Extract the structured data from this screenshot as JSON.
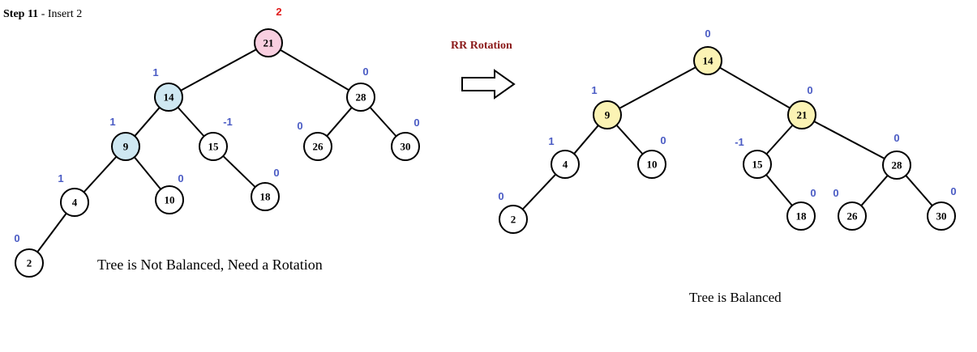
{
  "header": {
    "step": "Step 11",
    "separator": " - ",
    "action": "Insert 2"
  },
  "rotation": {
    "label": "RR Rotation",
    "color": "#8b1a1a"
  },
  "colors": {
    "balance_factor": "#4a5bc4",
    "balance_factor_critical": "#e01818",
    "node_default": "#ffffff",
    "node_unbalanced": "#f9cfe0",
    "node_path": "#cfe8f2",
    "node_rotated": "#fbf3b4"
  },
  "before": {
    "caption": "Tree is Not Balanced, Need a Rotation",
    "nodes": [
      {
        "key": "21",
        "bf": "2",
        "fill": "node_unbalanced",
        "critical": true
      },
      {
        "key": "14",
        "bf": "1",
        "fill": "node_path"
      },
      {
        "key": "28",
        "bf": "0",
        "fill": "node_default"
      },
      {
        "key": "9",
        "bf": "1",
        "fill": "node_path"
      },
      {
        "key": "15",
        "bf": "-1",
        "fill": "node_default"
      },
      {
        "key": "26",
        "bf": "0",
        "fill": "node_default"
      },
      {
        "key": "30",
        "bf": "0",
        "fill": "node_default"
      },
      {
        "key": "4",
        "bf": "1",
        "fill": "node_default"
      },
      {
        "key": "10",
        "bf": "0",
        "fill": "node_default"
      },
      {
        "key": "18",
        "bf": "0",
        "fill": "node_default"
      },
      {
        "key": "2",
        "bf": "0",
        "fill": "node_default"
      }
    ],
    "edges": [
      [
        "21",
        "14"
      ],
      [
        "21",
        "28"
      ],
      [
        "14",
        "9"
      ],
      [
        "14",
        "15"
      ],
      [
        "28",
        "26"
      ],
      [
        "28",
        "30"
      ],
      [
        "9",
        "4"
      ],
      [
        "9",
        "10"
      ],
      [
        "15",
        "18"
      ],
      [
        "4",
        "2"
      ]
    ]
  },
  "after": {
    "caption": "Tree is Balanced",
    "nodes": [
      {
        "key": "14",
        "bf": "0",
        "fill": "node_rotated"
      },
      {
        "key": "9",
        "bf": "1",
        "fill": "node_rotated"
      },
      {
        "key": "21",
        "bf": "0",
        "fill": "node_rotated"
      },
      {
        "key": "4",
        "bf": "1",
        "fill": "node_default"
      },
      {
        "key": "10",
        "bf": "0",
        "fill": "node_default"
      },
      {
        "key": "15",
        "bf": "-1",
        "fill": "node_default"
      },
      {
        "key": "28",
        "bf": "0",
        "fill": "node_default"
      },
      {
        "key": "2",
        "bf": "0",
        "fill": "node_default"
      },
      {
        "key": "18",
        "bf": "0",
        "fill": "node_default"
      },
      {
        "key": "26",
        "bf": "0",
        "fill": "node_default"
      },
      {
        "key": "30",
        "bf": "0",
        "fill": "node_default"
      }
    ],
    "edges": [
      [
        "14",
        "9"
      ],
      [
        "14",
        "21"
      ],
      [
        "9",
        "4"
      ],
      [
        "9",
        "10"
      ],
      [
        "21",
        "15"
      ],
      [
        "21",
        "28"
      ],
      [
        "4",
        "2"
      ],
      [
        "15",
        "18"
      ],
      [
        "28",
        "26"
      ],
      [
        "28",
        "30"
      ]
    ]
  }
}
